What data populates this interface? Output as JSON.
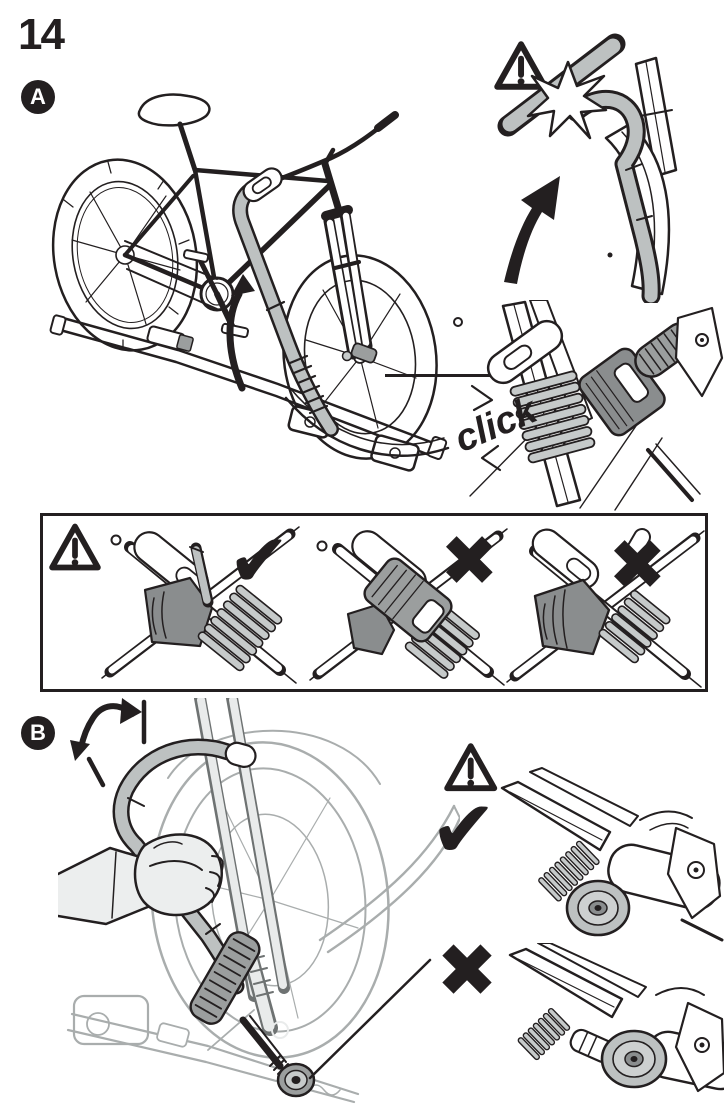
{
  "page": {
    "step_number": "14"
  },
  "badges": {
    "a": "A",
    "b": "B"
  },
  "labels": {
    "click": "click"
  },
  "icons": {
    "warning_triangle": "warning-triangle-exclamation",
    "check_glyph": "✔",
    "cross_glyph": "✖",
    "swing_up_arrow": "curved-arrow-up",
    "push_arrow": "solid-arrow-up-right",
    "wiggle_arrow": "curved-double-headed-arrow"
  },
  "colors": {
    "ink": "#231f20",
    "paper": "#ffffff",
    "arm_gray": "#bdc1c1",
    "part_gray": "#9b9e9e",
    "dark_gray": "#8a8d8e",
    "rib_gray": "#c6caca",
    "faint_gray": "#a9adad",
    "mid_gray": "#6e7272"
  },
  "panels": {
    "strap_check": {
      "items": [
        {
          "id": "strap-through-buckle",
          "verdict": "correct",
          "mark": "check"
        },
        {
          "id": "strap-over-buckle",
          "verdict": "incorrect",
          "mark": "cross"
        },
        {
          "id": "strap-loose",
          "verdict": "incorrect",
          "mark": "cross"
        }
      ]
    },
    "knob_check": {
      "items": [
        {
          "id": "knob-seated",
          "verdict": "correct",
          "mark": "check"
        },
        {
          "id": "knob-gap",
          "verdict": "incorrect",
          "mark": "cross"
        }
      ]
    }
  }
}
